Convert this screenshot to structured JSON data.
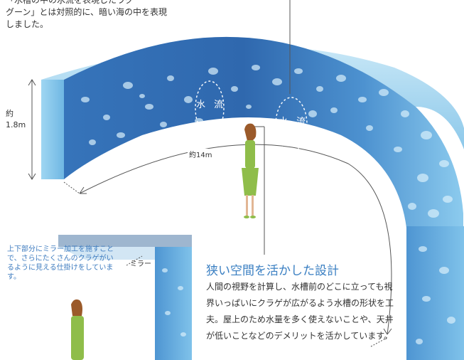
{
  "intro": {
    "line1": "「水槽の中の水流を表現したラグ",
    "line2": "グーン」とは対照的に、暗い海の中を表現",
    "line3": "しました。"
  },
  "dimensions": {
    "height_label_1": "約",
    "height_label_2": "1.8m",
    "width_label": "約14m"
  },
  "flow_labels": [
    "水 流",
    "水 流"
  ],
  "mirror": {
    "text": "上下部分にミラー加工を施すことで、さらにたくさんのクラゲがいるように見える仕掛けをしています。",
    "label": "ミラー"
  },
  "feature": {
    "headline": "狭い空間を活かした設計",
    "body": "人間の視野を計算し、水槽前のどこに立っても視界いっぱいにクラゲが広がるよう水槽の形状を工夫。屋上のため水量を多く使えないことや、天井が低いことなどのデメリットを活かしています。"
  },
  "colors": {
    "tank_dark": "#2f6fb6",
    "tank_light": "#8fd0ef",
    "headline": "#3a7fc2",
    "mirror_text": "#3d7bbf",
    "dress": "#8fbd4a",
    "hair": "#9b5a2a"
  }
}
